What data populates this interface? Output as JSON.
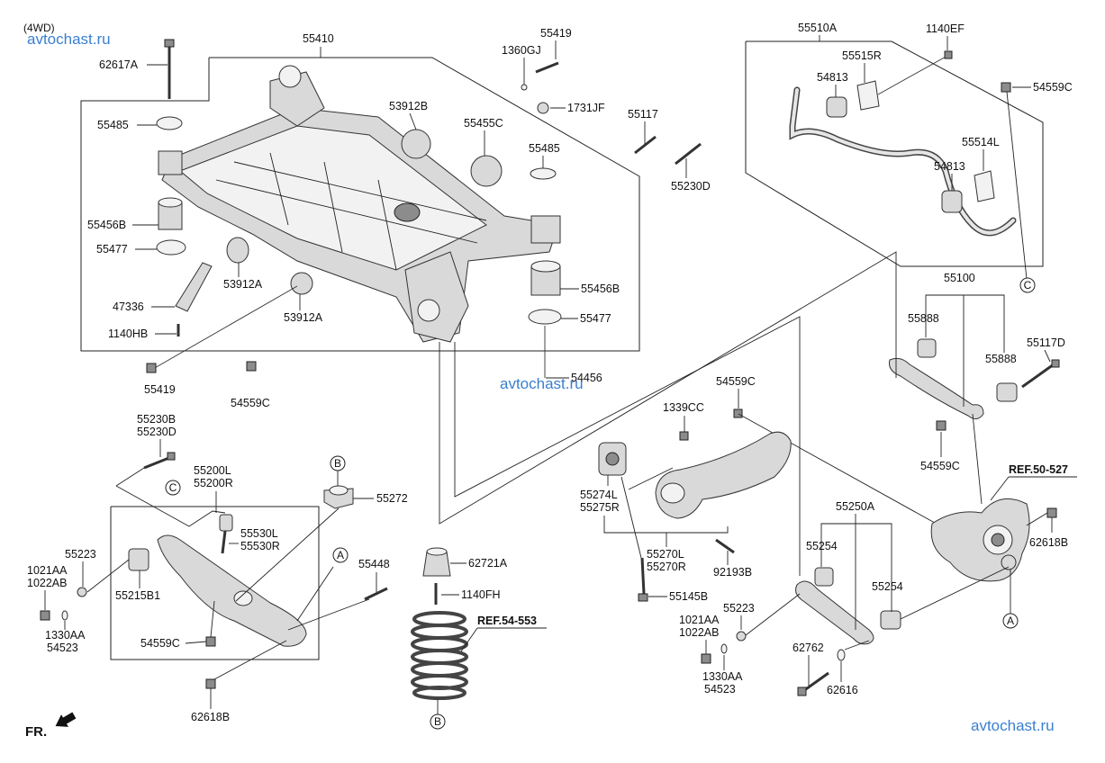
{
  "header": {
    "variant": "(4WD)"
  },
  "watermarks": [
    "avtochast.ru",
    "avtochast.ru",
    "avtochast.ru"
  ],
  "orientation": "FR.",
  "labels": {
    "p55410": "55410",
    "p62617A": "62617A",
    "p55485a": "55485",
    "p55456Ba": "55456B",
    "p55477a": "55477",
    "p47336": "47336",
    "p1140HB": "1140HB",
    "p55419a": "55419",
    "p54559Ca": "54559C",
    "p53912Ba": "53912B",
    "p55455C": "55455C",
    "p53912Aa": "53912A",
    "p53912Ab": "53912A",
    "p55419b": "55419",
    "p1360GJ": "1360GJ",
    "p1731JF": "1731JF",
    "p55117": "55117",
    "p55485b": "55485",
    "p55230D": "55230D",
    "p55456Bb": "55456B",
    "p55477b": "55477",
    "p54456": "54456",
    "p55510A": "55510A",
    "p1140EF": "1140EF",
    "p55515R": "55515R",
    "p54813a": "54813",
    "p54559Cb": "54559C",
    "p55514L": "55514L",
    "p54813b": "54813",
    "p55100": "55100",
    "p55888a": "55888",
    "p55888b": "55888",
    "p55117D": "55117D",
    "p54559Cc": "54559C",
    "p54559Cd": "54559C",
    "p55230B": "55230B",
    "p55230Db": "55230D",
    "p55200L": "55200L",
    "p55200R": "55200R",
    "p55272": "55272",
    "p55530L": "55530L",
    "p55530R": "55530R",
    "p55223a": "55223",
    "p1021AAa": "1021AA",
    "p1022ABa": "1022AB",
    "p55215B1": "55215B1",
    "p55448": "55448",
    "p1330AAa": "1330AA",
    "p54523a": "54523",
    "p54559Ce": "54559C",
    "p62618Ba": "62618B",
    "p62721A": "62721A",
    "p1140FH": "1140FH",
    "pRef54553": "REF.54-553",
    "p1339CC": "1339CC",
    "p55274L": "55274L",
    "p55275R": "55275R",
    "p55270L": "55270L",
    "p55270R": "55270R",
    "p92193B": "92193B",
    "p55145B": "55145B",
    "pRef50527": "REF.50-527",
    "p62618Bb": "62618B",
    "p55250A": "55250A",
    "p55254a": "55254",
    "p55254b": "55254",
    "p55223b": "55223",
    "p1021AAb": "1021AA",
    "p1022ABb": "1022AB",
    "p62762": "62762",
    "p62616": "62616",
    "p1330AAb": "1330AA",
    "p54523b": "54523"
  },
  "connectors": {
    "A": "A",
    "B": "B",
    "C": "C"
  }
}
